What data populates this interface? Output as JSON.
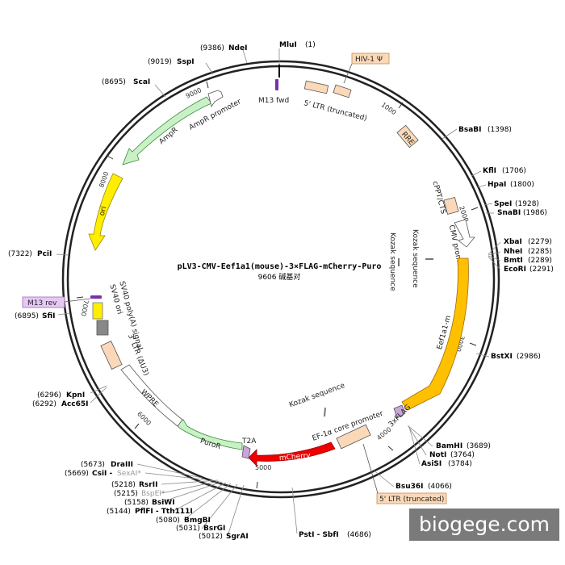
{
  "title": "pLV3-CMV-Eef1a1(mouse)-3×FLAG-mCherry-Puro",
  "subtitle": "9606 碱基对",
  "watermark": "biogege.com",
  "colors": {
    "ring": "#222222",
    "peach": "#fbd9b8",
    "green": "#c8f2c6",
    "yellow": "#ffee00",
    "orange": "#ffc000",
    "red": "#ee0000",
    "purple_box": "#e6c8f5",
    "primer": "#7b2fa8",
    "gray": "#888888"
  },
  "ticks": [
    "1000",
    "2000",
    "3000",
    "4000",
    "5000",
    "6000",
    "7000",
    "8000",
    "9000"
  ],
  "enzymes": [
    {
      "name": "MluI",
      "pos": "(1)"
    },
    {
      "name": "NdeI",
      "pos": "(9386)"
    },
    {
      "name": "SspI",
      "pos": "(9019)"
    },
    {
      "name": "ScaI",
      "pos": "(8695)"
    },
    {
      "name": "BsaBI",
      "pos": "(1398)"
    },
    {
      "name": "KflI",
      "pos": "(1706)"
    },
    {
      "name": "HpaI",
      "pos": "(1800)"
    },
    {
      "name": "SpeI",
      "pos": "(1928)"
    },
    {
      "name": "SnaBI",
      "pos": "(1986)"
    },
    {
      "name": "XbaI",
      "pos": "(2279)"
    },
    {
      "name": "NheI",
      "pos": "(2285)"
    },
    {
      "name": "BmtI",
      "pos": "(2289)"
    },
    {
      "name": "EcoRI",
      "pos": "(2291)"
    },
    {
      "name": "PciI",
      "pos": "(7322)"
    },
    {
      "name": "SfiI",
      "pos": "(6895)"
    },
    {
      "name": "BstXI",
      "pos": "(2986)"
    },
    {
      "name": "KpnI",
      "pos": "(6296)"
    },
    {
      "name": "Acc65I",
      "pos": "(6292)"
    },
    {
      "name": "BamHI",
      "pos": "(3689)"
    },
    {
      "name": "NotI",
      "pos": "(3764)"
    },
    {
      "name": "AsiSI",
      "pos": "(3784)"
    },
    {
      "name": "Bsu36I",
      "pos": "(4066)"
    },
    {
      "name": "DraIII",
      "pos": "(5673)"
    },
    {
      "name": "CsiI - ",
      "pos": "(5669)",
      "extra": "SexAI*"
    },
    {
      "name": "RsrII",
      "pos": "(5218)"
    },
    {
      "name": "BspEI*",
      "pos": "(5215)"
    },
    {
      "name": "BsiWI",
      "pos": "(5158)"
    },
    {
      "name": "PflFI - Tth111I",
      "pos": "(5144)"
    },
    {
      "name": "BmgBI",
      "pos": "(5080)"
    },
    {
      "name": "BsrGI",
      "pos": "(5031)"
    },
    {
      "name": "SgrAI",
      "pos": "(5012)"
    },
    {
      "name": "PstI - SbfI",
      "pos": "(4686)"
    }
  ],
  "features": {
    "hiv": "HIV-1 Ψ",
    "ltr5": "5' LTR (truncated)",
    "m13fwd": "M13 fwd",
    "rre": "RRE",
    "cppt": "cPPT/CTS",
    "cmv": "CMV promoter",
    "kozak1": "Kozak sequence",
    "kozak2": "Kozak sequence",
    "eef1a1": "Eef1a1-m",
    "flag": "3xFLAG",
    "kozak3": "Kozak sequence",
    "ef1a": "EF-1α core promoter",
    "ltr5b": "5' LTR (truncated)",
    "mcherry": "mCherry",
    "t2a": "T2A",
    "puror": "PuroR",
    "wpre": "WPRE",
    "ltr3": "3' LTR (ΔU3)",
    "sv40pa": "SV40 poly(A) signal",
    "sv40ori": "SV40 ori",
    "m13rev": "M13 rev",
    "ori": "ori",
    "ampr": "AmpR",
    "amprp": "AmpR promoter"
  }
}
